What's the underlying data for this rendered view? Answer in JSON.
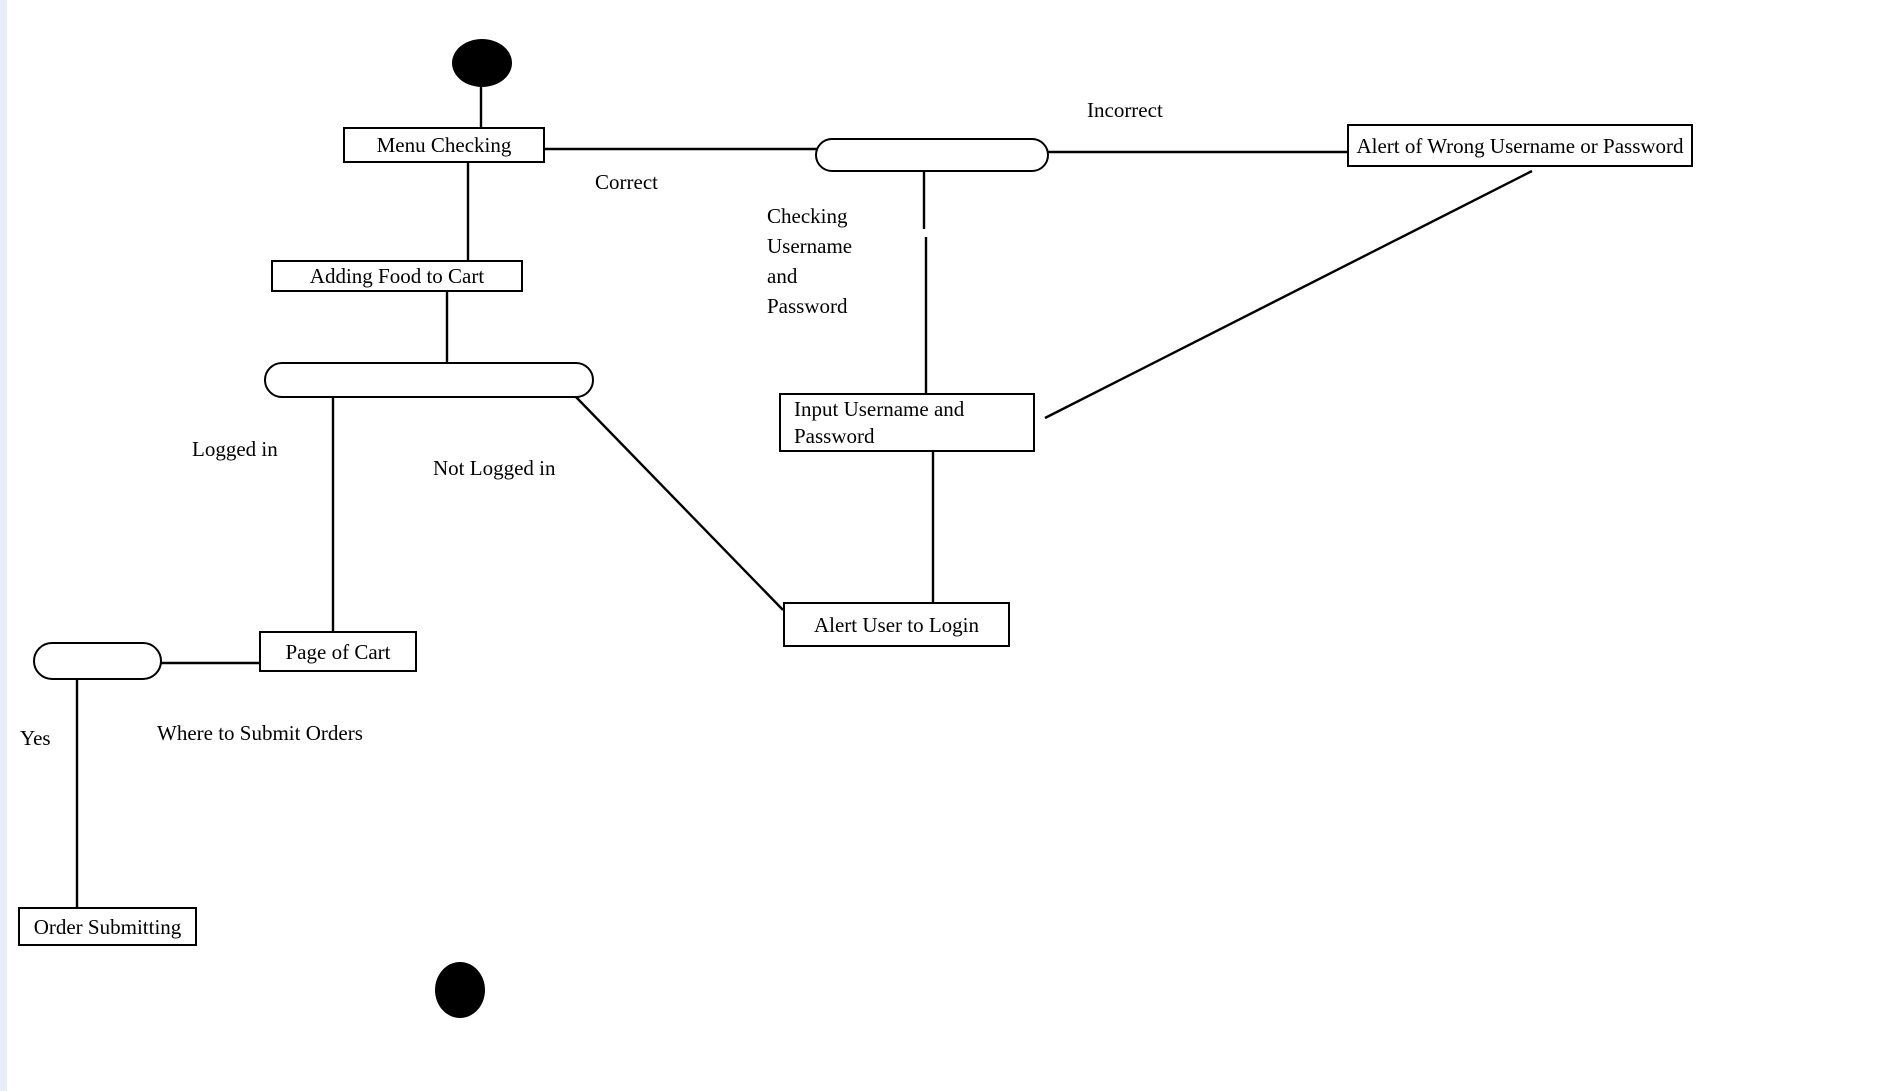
{
  "diagram": {
    "type": "uml-activity-diagram",
    "background_color": "#FFFFFF",
    "left_strip_color": "#E8EEF8",
    "stroke_color": "#000000",
    "nodes": {
      "initial_state": {
        "shape": "filled-ellipse",
        "role": "initial-state"
      },
      "menu_checking": {
        "label": "Menu Checking"
      },
      "login_check_bar": {
        "shape": "rounded-bar"
      },
      "alert_wrong_credentials": {
        "label": "Alert of Wrong Username or Password"
      },
      "adding_food_to_cart": {
        "label": "Adding Food to Cart"
      },
      "cart_branch_bar": {
        "shape": "rounded-bar"
      },
      "input_username_password": {
        "label": "Input Username and Password"
      },
      "alert_user_to_login": {
        "label": "Alert User to Login"
      },
      "page_of_cart": {
        "label": "Page of Cart"
      },
      "submit_branch_bar": {
        "shape": "rounded-bar"
      },
      "order_submitting": {
        "label": "Order Submitting"
      },
      "final_state": {
        "shape": "filled-ellipse",
        "role": "final-state"
      }
    },
    "edge_labels": {
      "incorrect": "Incorrect",
      "correct": "Correct",
      "checking_username_and_password": "Checking\nUsername\nand\nPassword",
      "logged_in": "Logged in",
      "not_logged_in": "Not Logged in",
      "yes": "Yes",
      "where_to_submit_orders": "Where to Submit Orders"
    }
  }
}
